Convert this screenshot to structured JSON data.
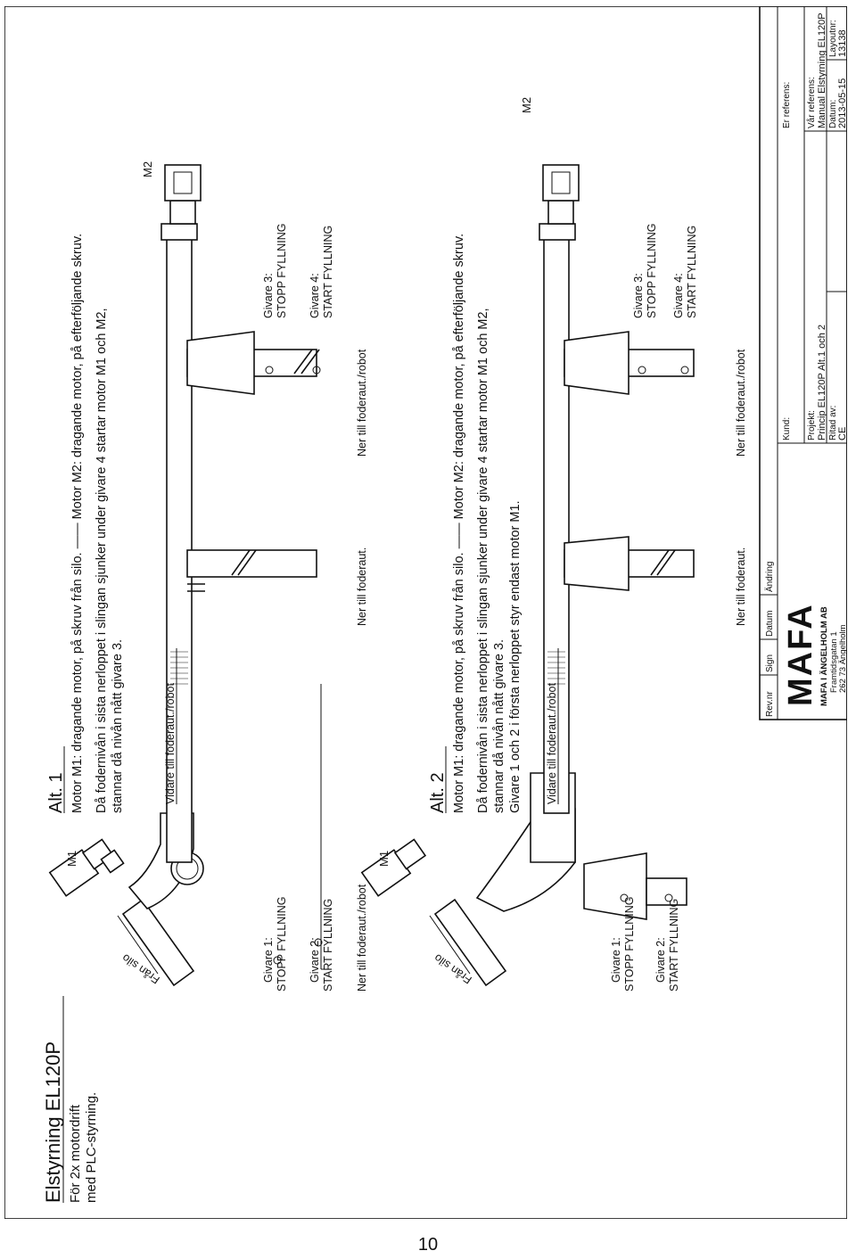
{
  "title": {
    "main": "Elstyrning EL120P",
    "line1": "För 2x motordrift",
    "line2": "med PLC-styrning."
  },
  "alt1": {
    "heading": "Alt. 1",
    "line1": "Motor M1: dragande motor, på skruv från silo. —— Motor M2: dragande motor, på efterföljande skruv.",
    "line2": "Då fodernivån i sista nerloppet i slingan sjunker under givare 4 startar motor M1 och M2,",
    "line3": "stannar då nivån nått givare 3.",
    "motor1": "M1",
    "motor2": "M2",
    "from_silo": "Från silo",
    "forward": "Vidare till foderaut./robot",
    "down1": "Ner till foderaut./robot",
    "down2": "Ner till foderaut.",
    "down3": "Ner till foderaut./robot",
    "givare1_name": "Givare 1:",
    "givare1_action": "STOPP FYLLNING",
    "givare2_name": "Givare 2:",
    "givare2_action": "START FYLLNING",
    "givare3_name": "Givare 3:",
    "givare3_action": "STOPP FYLLNING",
    "givare4_name": "Givare 4:",
    "givare4_action": "START FYLLNING"
  },
  "alt2": {
    "heading": "Alt. 2",
    "line1": "Motor M1: dragande motor, på skruv från silo. —— Motor M2: dragande motor, på efterföljande skruv.",
    "line2": "Då fodernivån i sista nerloppet i slingan sjunker under givare 4 startar motor M1 och M2,",
    "line3": "stannar då nivån nått givare 3.",
    "line4": "Givare 1 och 2 i första nerloppet styr endast motor M1.",
    "motor1": "M1",
    "motor2": "M2",
    "from_silo": "Från silo",
    "forward": "Vidare till foderaut./robot",
    "down1": "Ner till foderaut.",
    "down2": "Ner till foderaut./robot",
    "givare1_name": "Givare 1:",
    "givare1_action": "STOPP FYLLNING",
    "givare2_name": "Givare 2:",
    "givare2_action": "START FYLLNING",
    "givare3_name": "Givare 3:",
    "givare3_action": "STOPP FYLLNING",
    "givare4_name": "Givare 4:",
    "givare4_action": "START FYLLNING"
  },
  "title_block": {
    "rev_nr": "Rev.nr",
    "sign": "Sign",
    "datum_col": "Datum",
    "andring": "Ändring",
    "kund_label": "Kund:",
    "er_ref_label": "Er referens:",
    "logo": "MAFA",
    "company": "MAFA I ÄNGELHOLM AB",
    "street": "Framtidsgatan 1",
    "city": "262 73 Ängelholm",
    "projekt_label": "Projekt:",
    "projekt_value": "Princip  EL120P  Alt.1  och  2",
    "var_ref_label": "Vår referens:",
    "var_ref_value": "Manual  Elstyrning  EL120P",
    "ritad_label": "Ritad av:",
    "ritad_value": "CE",
    "datum_label": "Datum:",
    "datum_value": "2013-05-15",
    "layout_label": "Layoutnr:",
    "layout_value": "13138"
  },
  "page_number": "10"
}
